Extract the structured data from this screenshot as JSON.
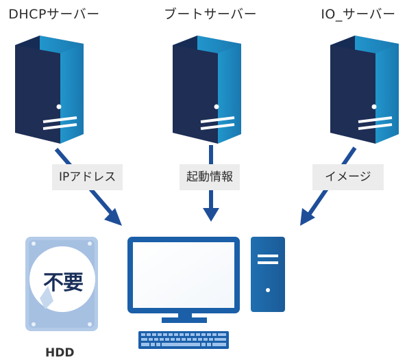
{
  "servers": [
    {
      "name": "DHCPサーバー"
    },
    {
      "name": "ブートサーバー"
    },
    {
      "name": "IO_サーバー"
    }
  ],
  "edges": [
    {
      "label": "IPアドレス"
    },
    {
      "label": "起動情報"
    },
    {
      "label": "イメージ"
    }
  ],
  "client": {
    "hdd_label": "HDD",
    "hdd_badge": "不要"
  },
  "colors": {
    "arrow": "#1f4e99",
    "server_front": "#1f8ac0",
    "server_side": "#14284e",
    "server_top": "#2a4a8a",
    "monitor": "#1a5fa8",
    "hdd_body": "#a9c3e3"
  }
}
